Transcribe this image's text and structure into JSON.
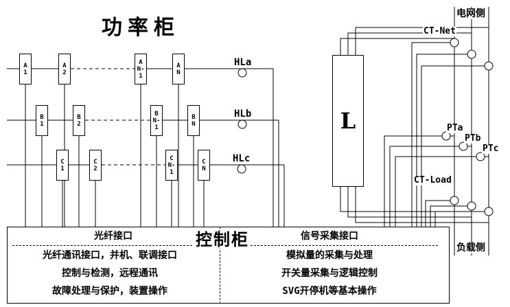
{
  "titles": {
    "power_cabinet": "功率柜",
    "control_cabinet": "控制柜"
  },
  "side_labels": {
    "grid": "电网侧",
    "load": "负载侧"
  },
  "phase_lines": [
    {
      "id": "HLa",
      "label": "HLa"
    },
    {
      "id": "HLb",
      "label": "HLb"
    },
    {
      "id": "HLc",
      "label": "HLc"
    }
  ],
  "inductor_label": "L",
  "sensors": {
    "ct_net": "CT-Net",
    "pt_a": "PTa",
    "pt_b": "PTb",
    "pt_c": "PTc",
    "ct_load": "CT-Load"
  },
  "modules": [
    {
      "id": "A1",
      "label": "A\n1"
    },
    {
      "id": "A2",
      "label": "A\n2"
    },
    {
      "id": "AN-1",
      "label": "A\nN-1"
    },
    {
      "id": "AN",
      "label": "A\nN"
    },
    {
      "id": "B1",
      "label": "B\n1"
    },
    {
      "id": "B2",
      "label": "B\n2"
    },
    {
      "id": "BN-1",
      "label": "B\nN-1"
    },
    {
      "id": "BN",
      "label": "B\nN"
    },
    {
      "id": "C1",
      "label": "C\n1"
    },
    {
      "id": "C2",
      "label": "C\n2"
    },
    {
      "id": "CN-1",
      "label": "C\nN-1"
    },
    {
      "id": "CN",
      "label": "C\nN"
    }
  ],
  "control_cabinet": {
    "fiber_section": {
      "header": "光纤接口",
      "items": [
        "光纤通讯接口，并机、联调接口",
        "控制与检测，远程通讯",
        "故障处理与保护，装置操作"
      ]
    },
    "signal_section": {
      "header": "信号采集接口",
      "items": [
        "模拟量的采集与处理",
        "开关量采集与逻辑控制",
        "SVG开停机等基本操作"
      ]
    }
  }
}
